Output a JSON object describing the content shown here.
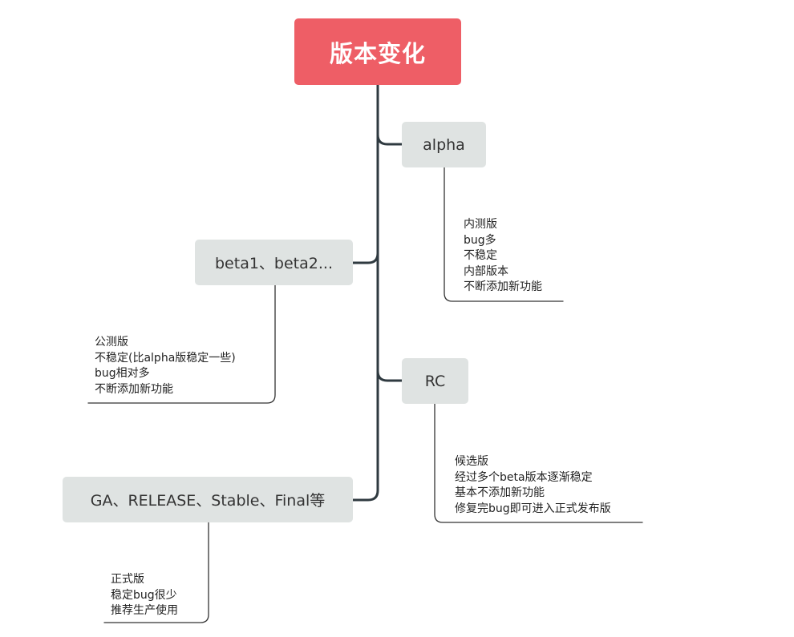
{
  "root": {
    "label": "版本变化"
  },
  "branches": [
    {
      "label": "alpha",
      "notes": [
        "内测版",
        "bug多",
        "不稳定",
        "内部版本",
        "不断添加新功能"
      ]
    },
    {
      "label": "beta1、beta2...",
      "notes": [
        "公测版",
        "不稳定(比alpha版稳定一些)",
        "bug相对多",
        "不断添加新功能"
      ]
    },
    {
      "label": "RC",
      "notes": [
        "候选版",
        "经过多个beta版本逐渐稳定",
        "基本不添加新功能",
        "修复完bug即可进入正式发布版"
      ]
    },
    {
      "label": "GA、RELEASE、Stable、Final等",
      "notes": [
        "正式版",
        "稳定bug很少",
        "推荐生产使用"
      ]
    }
  ],
  "colors": {
    "root_bg": "#ee5e66",
    "topic_bg": "#dfe3e2",
    "line": "#2f3a40"
  }
}
